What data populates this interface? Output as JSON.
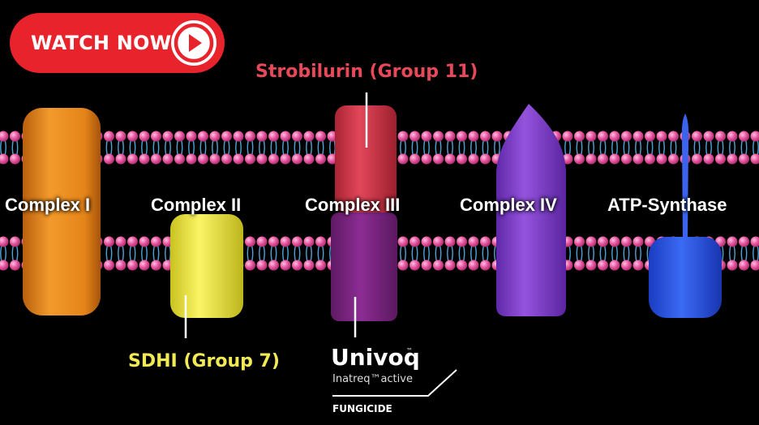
{
  "watch_button": {
    "label": "WATCH NOW"
  },
  "complexes": [
    {
      "label": "Complex I",
      "color": "#ec8b22"
    },
    {
      "label": "Complex II",
      "color": "#f4ee47"
    },
    {
      "label": "Complex III",
      "color_top": "#d63a4a",
      "color_bottom": "#8a2a8e"
    },
    {
      "label": "Complex IV",
      "color": "#8a45d0"
    },
    {
      "label": "ATP-Synthase",
      "color": "#2a55e8"
    }
  ],
  "callouts": {
    "strobilurin": {
      "text": "Strobilurin (Group 11)",
      "color": "#e8495a"
    },
    "sdhi": {
      "text": "SDHI (Group 7)",
      "color": "#f2ea55"
    }
  },
  "brand": {
    "name": "Univoq",
    "trademark": "™",
    "active_ingredient": "Inatreq™active",
    "product_type": "FUNGICIDE"
  },
  "membrane": {
    "head_color": "#e9529f",
    "tail_color": "#4da6d8"
  }
}
